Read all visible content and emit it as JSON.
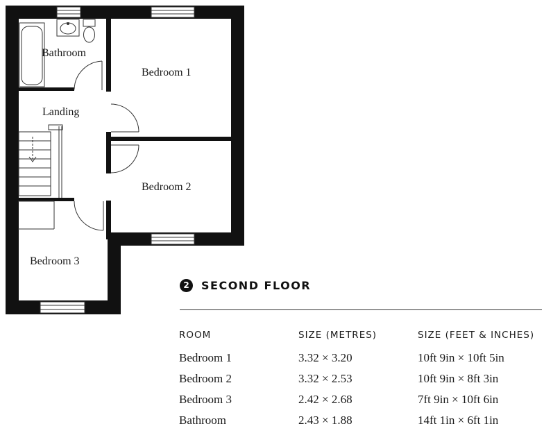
{
  "floor": {
    "badge": "2",
    "name": "SECOND FLOOR"
  },
  "rooms": [
    {
      "id": "bathroom",
      "label": "Bathroom"
    },
    {
      "id": "bedroom-1",
      "label": "Bedroom 1"
    },
    {
      "id": "landing",
      "label": "Landing"
    },
    {
      "id": "bedroom-2",
      "label": "Bedroom 2"
    },
    {
      "id": "bedroom-3",
      "label": "Bedroom 3"
    }
  ],
  "table": {
    "headers": [
      "ROOM",
      "SIZE (METRES)",
      "SIZE (FEET & INCHES)"
    ],
    "rows": [
      [
        "Bedroom 1",
        "3.32 × 3.20",
        "10ft 9in × 10ft 5in"
      ],
      [
        "Bedroom 2",
        "3.32 × 2.53",
        "10ft 9in × 8ft 3in"
      ],
      [
        "Bedroom 3",
        "2.42 × 2.68",
        "7ft 9in × 10ft 6in"
      ],
      [
        "Bathroom",
        "2.43 × 1.88",
        "14ft 1in × 6ft 1in"
      ]
    ]
  },
  "colors": {
    "wall": "#111111",
    "background": "#ffffff"
  }
}
